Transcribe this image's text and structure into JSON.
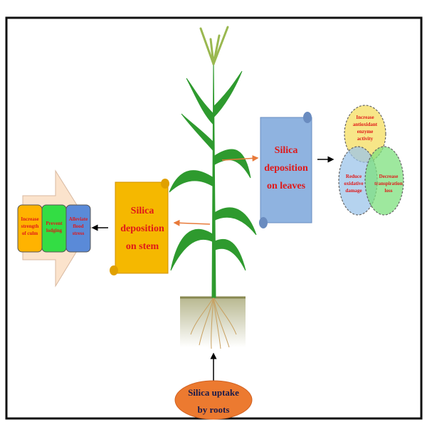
{
  "colors": {
    "frame": "#111111",
    "stem_scroll": "#f5b800",
    "leaf_scroll": "#8fb3e0",
    "root_ellipse": "#ec7a30",
    "arrow_orange": "#e87a3a",
    "text_red": "#e01818",
    "plant_green": "#2e9a2e",
    "soil": "#d8d8b0"
  },
  "stem_box": {
    "lines": [
      "Silica",
      "deposition",
      "on stem"
    ]
  },
  "leaf_box": {
    "lines": [
      "Silica",
      "deposition",
      "on leaves"
    ]
  },
  "roots": {
    "lines": [
      "Silica uptake",
      "by roots"
    ]
  },
  "stem_effects": [
    {
      "lines": [
        "Increase",
        "strength",
        "of culm"
      ],
      "color": "#ffb300"
    },
    {
      "lines": [
        "Prevent",
        "lodging"
      ],
      "color": "#33dd44"
    },
    {
      "lines": [
        "Alleviate",
        "flood",
        "stress"
      ],
      "color": "#5a8ad8"
    }
  ],
  "leaf_effects": [
    {
      "lines": [
        "Increase",
        "antioxidant",
        "enzyme",
        "activity"
      ],
      "color": "#f5e06a"
    },
    {
      "lines": [
        "Reduce",
        "oxidative",
        "damage"
      ],
      "color": "#9cc4ea"
    },
    {
      "lines": [
        "Decrease",
        "transpiration",
        "loss"
      ],
      "color": "#7ee07e"
    }
  ]
}
